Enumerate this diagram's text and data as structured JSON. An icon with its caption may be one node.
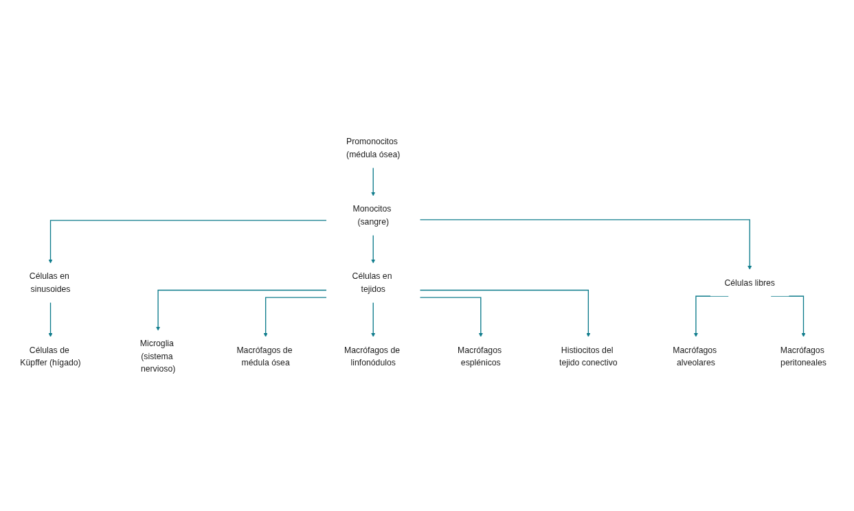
{
  "diagram": {
    "nodes": [
      {
        "text": [
          "Promonocitos (médula ósea)"
        ]
      },
      {
        "text": [
          "Monocitos (sangre)"
        ]
      },
      {
        "text": [
          "Células en sinusoides"
        ]
      },
      {
        "text": [
          "Células en tejidos"
        ]
      },
      {
        "text": [
          "Células libres"
        ]
      },
      {
        "text": [
          "Células de Küpffer (hígado)"
        ]
      },
      {
        "text": [
          "Macrófagos alveolares"
        ]
      },
      {
        "text": [
          "Macrófagos peritoneales"
        ]
      },
      {
        "text": [
          "Microglia (sistema nervioso)"
        ]
      },
      {
        "text": [
          "Macrófagos de médula ósea"
        ]
      },
      {
        "text": [
          "Macrófagos de linfonódulos"
        ]
      },
      {
        "text": [
          "Macrófagos esplénicos"
        ]
      },
      {
        "text": [
          "Histiocitos del tejido conectivo"
        ]
      }
    ],
    "edges": [
      {
        "from": 0,
        "to": 1,
        "arrow": "to"
      },
      {
        "from": 1,
        "to": 2,
        "arrow": "to"
      },
      {
        "from": 1,
        "to": 3,
        "arrow": "to"
      },
      {
        "from": 1,
        "to": 4,
        "arrow": "to"
      },
      {
        "from": 2,
        "to": 5,
        "arrow": "to"
      },
      {
        "from": 4,
        "to": 6,
        "arrow": "to"
      },
      {
        "from": 4,
        "to": 7,
        "arrow": "to"
      },
      {
        "from": 3,
        "to": 8,
        "arrow": "to"
      },
      {
        "from": 3,
        "to": 9,
        "arrow": "to"
      },
      {
        "from": 3,
        "to": 10,
        "arrow": "to"
      },
      {
        "from": 3,
        "to": 11,
        "arrow": "to"
      },
      {
        "from": 3,
        "to": 12,
        "arrow": "to"
      }
    ]
  }
}
